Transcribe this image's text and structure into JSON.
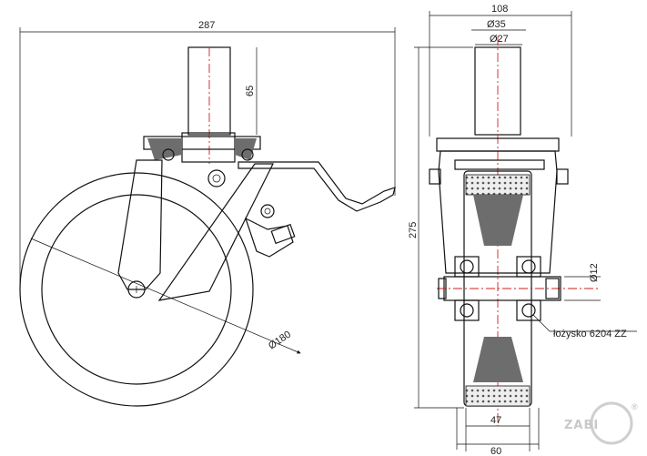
{
  "dimensions": {
    "width_total": "287",
    "stem_height": "65",
    "wheel_diameter": "Ø180",
    "side_width": "108",
    "stem_outer": "Ø35",
    "stem_inner": "Ø27",
    "total_height": "275",
    "axle": "Ø12",
    "tread_width": "47",
    "base_width": "60"
  },
  "bearing_label": "łożysko 6204 ZZ",
  "logo_text": "ZABI",
  "logo_mark": "®"
}
